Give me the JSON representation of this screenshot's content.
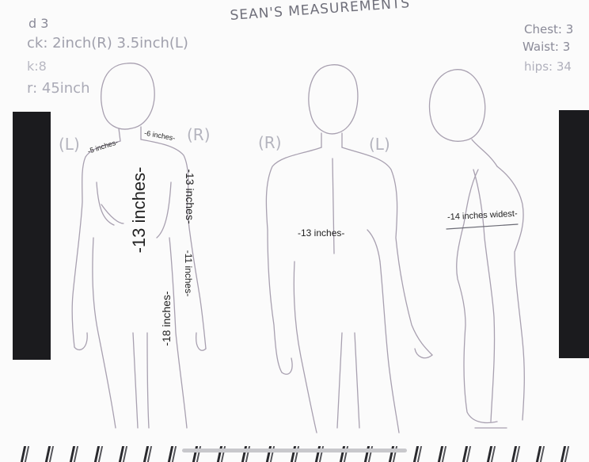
{
  "header": {
    "title": "SEAN'S MEASUREMENTS"
  },
  "left_notes": {
    "line1": "d 3",
    "line2": "ck: 2inch(R) 3.5inch(L)",
    "line3": "k:8",
    "line4": "r: 45inch"
  },
  "right_notes": {
    "chest": "Chest: 3",
    "waist": "Waist: 3",
    "hips": "hips: 34"
  },
  "side_markers": {
    "front_left": "(L)",
    "front_right": "(R)",
    "back_right": "(R)",
    "back_left": "(L)"
  },
  "measurements": {
    "shoulder_left": "-5 inches-",
    "shoulder_right": "-6 inches-",
    "torso_length": "-13 inches-",
    "arm_upper": "-13 inches-",
    "arm_lower": "-11 inches-",
    "leg_length": "-18 inches-",
    "back_width": "-13 inches-",
    "side_widest": "-14 inches widest-"
  },
  "colors": {
    "pencil": "#a8a0b0",
    "ink": "#8a8a98",
    "bar": "#1b1b1e",
    "paper": "#fbfbfb"
  }
}
